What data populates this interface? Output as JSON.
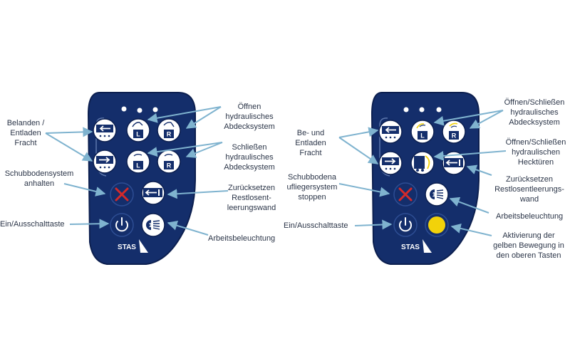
{
  "left_remote": {
    "brand": "STAS",
    "labels": {
      "load_unload": "Belanden /\nEntladen\nFracht",
      "open_cover": "Öffnen\nhydraulisches\nAbdecksystem",
      "close_cover": "Schließen\nhydraulisches\nAbdecksystem",
      "stop_floor": "Schubbodensystem\nanhalten",
      "reset_wall": "Zurücksetzen\nRestlosent-\nleerungswand",
      "power": "Ein/Ausschalttaste",
      "work_light": "Arbeitsbeleuchtung"
    },
    "button_letters": [
      "L",
      "R",
      "L",
      "R"
    ]
  },
  "right_remote": {
    "brand": "STAS",
    "labels": {
      "load_unload": "Be- und\nEntladen\nFracht",
      "open_close_cover": "Öffnen/Schließen\nhydraulisches\nAbdecksystem",
      "open_close_doors": "Öffnen/Schließen\nhydraulischen\nHecktüren",
      "reset_wall": "Zurücksetzen\nRestlosentleerungs-\nwand",
      "stop_floor": "Schubbodena\nufliegersystem\nstoppen",
      "work_light": "Arbeitsbeleuchtung",
      "power": "Ein/Ausschalttaste",
      "yellow_activation": "Aktivierung der\ngelben Bewegung in\nden oberen Tasten"
    },
    "button_letters": [
      "L",
      "R"
    ]
  },
  "colors": {
    "body": "#142e6b",
    "body_edge": "#0c1f4f",
    "stop_red": "#d42a2a",
    "yellow": "#f2d20a",
    "arrow": "#7fb3cf",
    "text": "#2b3548"
  },
  "icons": [
    "arrow-left-icon",
    "arrow-right-icon",
    "cover-left-icon",
    "cover-right-icon",
    "stop-x-icon",
    "wall-reset-icon",
    "power-icon",
    "work-light-icon",
    "rear-door-icon"
  ]
}
